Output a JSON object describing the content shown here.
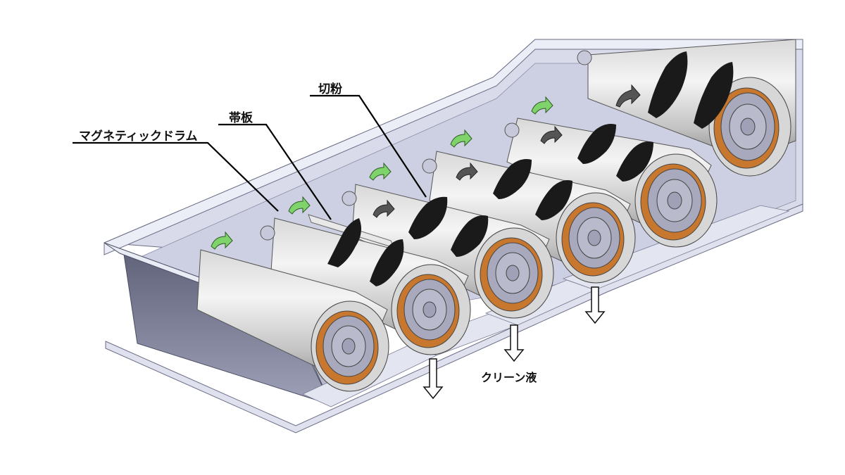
{
  "labels": {
    "magnetic_drum": "マグネティックドラム",
    "band_plate": "帯板",
    "chips": "切粉",
    "clean_liquid": "クリーン液"
  },
  "colors": {
    "frame_light": "#e4e5f1",
    "frame_mid": "#c9cbdd",
    "frame_dark": "#8d90a8",
    "drum_light": "#f1f1f1",
    "drum_shade": "#9c9c9c",
    "drum_face": "#a8a9bd",
    "copper": "#c7772e",
    "chip": "#1a1a1a",
    "rotation_arrow_green": "#7fd36b",
    "rotation_arrow_dark": "#444444"
  }
}
